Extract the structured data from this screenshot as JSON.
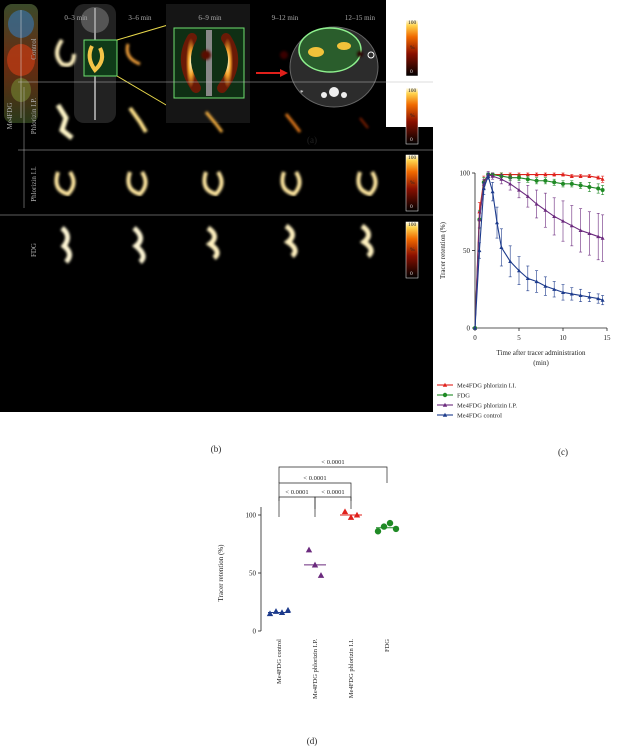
{
  "panel_labels": {
    "a": "(a)",
    "b": "(b)",
    "c": "(c)",
    "d": "(d)"
  },
  "panel_b": {
    "time_labels": [
      "0–3 min",
      "3–6 min",
      "6–9 min",
      "9–12 min",
      "12–15 min"
    ],
    "row_labels": [
      "Control",
      "Phlorizin I.P.",
      "Phlorizin I.I.",
      "FDG"
    ],
    "group_label": "Me4FDG",
    "colorbar_max": "100",
    "colorbar_min": "0",
    "colorbar_unit": "%"
  },
  "chart_data": [
    {
      "type": "line",
      "panel": "c",
      "xlabel": "Time after tracer administration (min)",
      "ylabel": "Tracer retention (%)",
      "xlim": [
        0,
        15
      ],
      "ylim": [
        0,
        100
      ],
      "xticks": [
        0,
        5,
        10,
        15
      ],
      "yticks": [
        0,
        50,
        100
      ],
      "series": [
        {
          "name": "Me4FDG phlorizin I.I.",
          "color": "#e0201b",
          "marker": "triangle",
          "x": [
            0,
            0.5,
            1,
            1.5,
            2,
            3,
            4,
            5,
            6,
            7,
            8,
            9,
            10,
            11,
            12,
            13,
            14,
            14.5
          ],
          "y": [
            0,
            75,
            95,
            98,
            99,
            99,
            99,
            99,
            99,
            99,
            99,
            99,
            99,
            98,
            98,
            98,
            97,
            96
          ],
          "err": [
            0,
            6,
            3,
            2,
            1,
            1,
            1,
            1,
            1,
            1,
            1,
            1,
            1,
            1,
            1,
            1,
            1,
            2
          ]
        },
        {
          "name": "FDG",
          "color": "#1f8a25",
          "marker": "circle",
          "x": [
            0,
            0.5,
            1,
            1.5,
            2,
            3,
            4,
            5,
            6,
            7,
            8,
            9,
            10,
            11,
            12,
            13,
            14,
            14.5
          ],
          "y": [
            0,
            70,
            94,
            99,
            99,
            98,
            97,
            97,
            96,
            95,
            95,
            94,
            93,
            93,
            92,
            91,
            90,
            89
          ],
          "err": [
            0,
            6,
            3,
            1,
            1,
            2,
            2,
            2,
            2,
            2,
            2,
            2,
            2,
            2,
            2,
            3,
            3,
            3
          ]
        },
        {
          "name": "Me4FDG phlorizin I.P.",
          "color": "#6b2a7e",
          "marker": "triangle",
          "x": [
            0,
            0.5,
            1,
            1.5,
            2,
            3,
            4,
            5,
            6,
            7,
            8,
            9,
            10,
            11,
            12,
            13,
            14,
            14.5
          ],
          "y": [
            0,
            70,
            93,
            99,
            98,
            96,
            93,
            89,
            85,
            80,
            76,
            72,
            69,
            66,
            63,
            61,
            59,
            58
          ],
          "err": [
            0,
            5,
            3,
            2,
            2,
            3,
            4,
            5,
            7,
            9,
            11,
            12,
            13,
            13,
            14,
            14,
            15,
            15
          ]
        },
        {
          "name": "Me4FDG control",
          "color": "#1d3b8c",
          "marker": "triangle",
          "x": [
            0,
            0.5,
            1,
            1.5,
            2,
            2.5,
            3,
            4,
            5,
            6,
            7,
            8,
            9,
            10,
            11,
            12,
            13,
            14,
            14.5
          ],
          "y": [
            0,
            50,
            90,
            98,
            88,
            68,
            52,
            43,
            37,
            32,
            30,
            27,
            25,
            23,
            22,
            21,
            20,
            19,
            18
          ],
          "err": [
            0,
            5,
            4,
            2,
            6,
            10,
            12,
            10,
            9,
            8,
            7,
            6,
            5,
            5,
            4,
            4,
            3,
            3,
            3
          ]
        }
      ]
    },
    {
      "type": "scatter",
      "panel": "d",
      "ylabel": "Tracer retention (%)",
      "ylim": [
        0,
        100
      ],
      "yticks": [
        0,
        50,
        100
      ],
      "categories": [
        "Me4FDG control",
        "Me4FDG phlorizin I.P.",
        "Me4FDG phlorizin I.I.",
        "FDG"
      ],
      "series": [
        {
          "name": "Me4FDG control",
          "color": "#1d3b8c",
          "marker": "triangle",
          "values": [
            15,
            17,
            16,
            18
          ],
          "mean": 16
        },
        {
          "name": "Me4FDG phlorizin I.P.",
          "color": "#6b2a7e",
          "marker": "triangle",
          "values": [
            70,
            57,
            48
          ],
          "mean": 57
        },
        {
          "name": "Me4FDG phlorizin I.I.",
          "color": "#e0201b",
          "marker": "triangle",
          "values": [
            103,
            98,
            100
          ],
          "mean": 100
        },
        {
          "name": "FDG",
          "color": "#1f8a25",
          "marker": "circle",
          "values": [
            86,
            90,
            93,
            88
          ],
          "mean": 89
        }
      ],
      "annotations": [
        {
          "text": "< 0.0001",
          "from": 0,
          "to": 3
        },
        {
          "text": "< 0.0001",
          "from": 0,
          "to": 2
        },
        {
          "text": "< 0.0001",
          "from": 0,
          "to": 1
        },
        {
          "text": "< 0.0001",
          "from": 1,
          "to": 2
        }
      ]
    }
  ]
}
